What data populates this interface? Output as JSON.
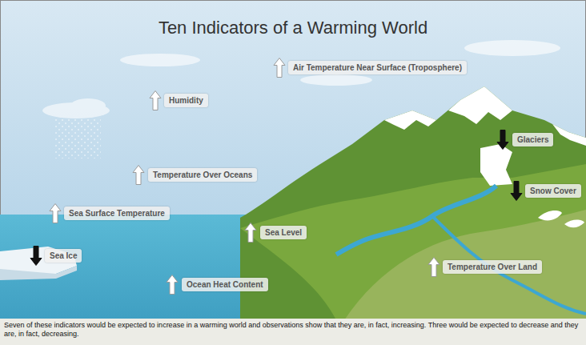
{
  "diagram": {
    "title": "Ten Indicators of a Warming World",
    "caption": "Seven of these indicators would be expected to increase in a warming world and observations show that they are, in fact, increasing. Three would be expected to decrease and they are, in fact, decreasing.",
    "nodes": [
      {
        "text": [
          "Air Temperature Near Surface (Troposphere)"
        ]
      },
      {
        "text": [
          "Humidity"
        ]
      },
      {
        "text": [
          "Glaciers"
        ]
      },
      {
        "text": [
          "Temperature Over Oceans"
        ]
      },
      {
        "text": [
          "Snow Cover"
        ]
      },
      {
        "text": [
          "Sea Surface Temperature"
        ]
      },
      {
        "text": [
          "Sea Level"
        ]
      },
      {
        "text": [
          "Sea Ice"
        ]
      },
      {
        "text": [
          "Temperature Over Land"
        ]
      },
      {
        "text": [
          "Ocean Heat Content"
        ]
      }
    ]
  }
}
